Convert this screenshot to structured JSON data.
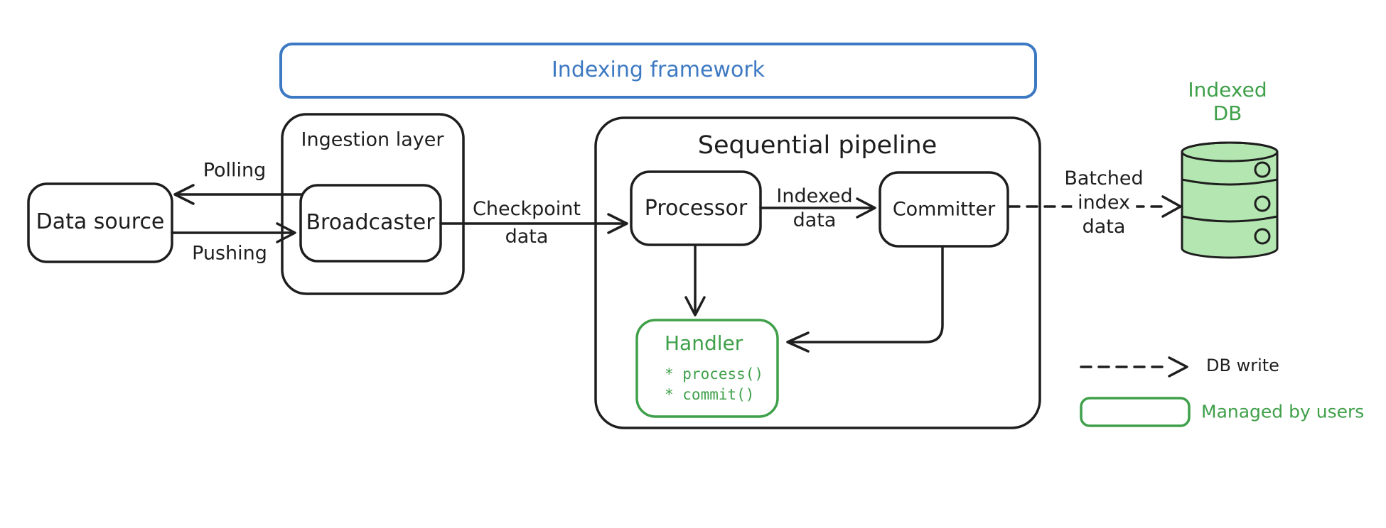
{
  "frame": {
    "title": "Indexing framework"
  },
  "nodes": {
    "data_source": {
      "label": "Data source"
    },
    "ingestion_layer": {
      "label": "Ingestion layer"
    },
    "broadcaster": {
      "label": "Broadcaster"
    },
    "sequential_pipeline": {
      "label": "Sequential pipeline"
    },
    "processor": {
      "label": "Processor"
    },
    "committer": {
      "label": "Committer"
    },
    "handler": {
      "label": "Handler",
      "methods": [
        "* process()",
        "* commit()"
      ]
    },
    "indexed_db": {
      "label_line1": "Indexed",
      "label_line2": "DB"
    }
  },
  "edges": {
    "polling": {
      "label": "Polling"
    },
    "pushing": {
      "label": "Pushing"
    },
    "checkpoint": {
      "label_line1": "Checkpoint",
      "label_line2": "data"
    },
    "indexed_data": {
      "label_line1": "Indexed",
      "label_line2": "data"
    },
    "batched_index": {
      "label_line1": "Batched",
      "label_line2": "index",
      "label_line3": "data"
    }
  },
  "legend": {
    "db_write": {
      "label": "DB write"
    },
    "managed_by_users": {
      "label": "Managed by users"
    }
  },
  "colors": {
    "ink": "#1e1e1e",
    "blue": "#3d79c2",
    "green": "#3fa04a",
    "db_fill": "#b4e6b1"
  }
}
